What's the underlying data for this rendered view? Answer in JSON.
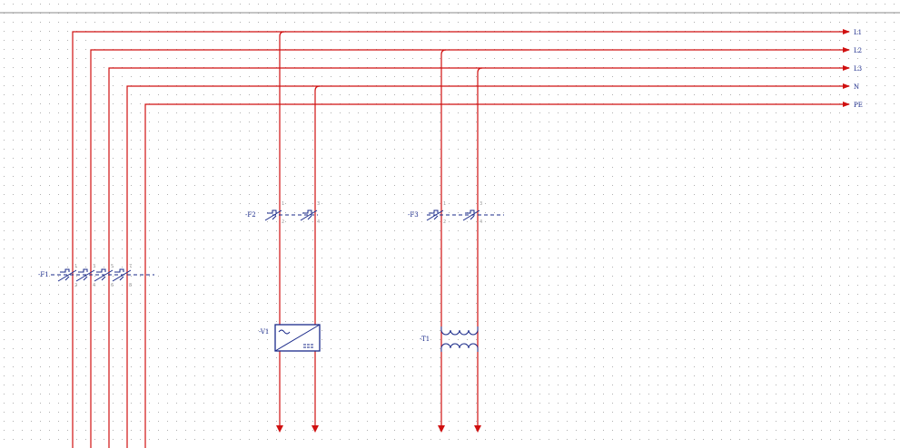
{
  "buses": [
    {
      "label": "L1"
    },
    {
      "label": "L2"
    },
    {
      "label": "L3"
    },
    {
      "label": "N"
    },
    {
      "label": "PE"
    }
  ],
  "components": {
    "f1": "-F1",
    "f2": "-F2",
    "f3": "-F3",
    "v1": "-V1",
    "t1": "-T1"
  },
  "colors": {
    "wire": "#d01010",
    "symbol": "#1a2a8a",
    "grid": "#b0b0b0"
  }
}
